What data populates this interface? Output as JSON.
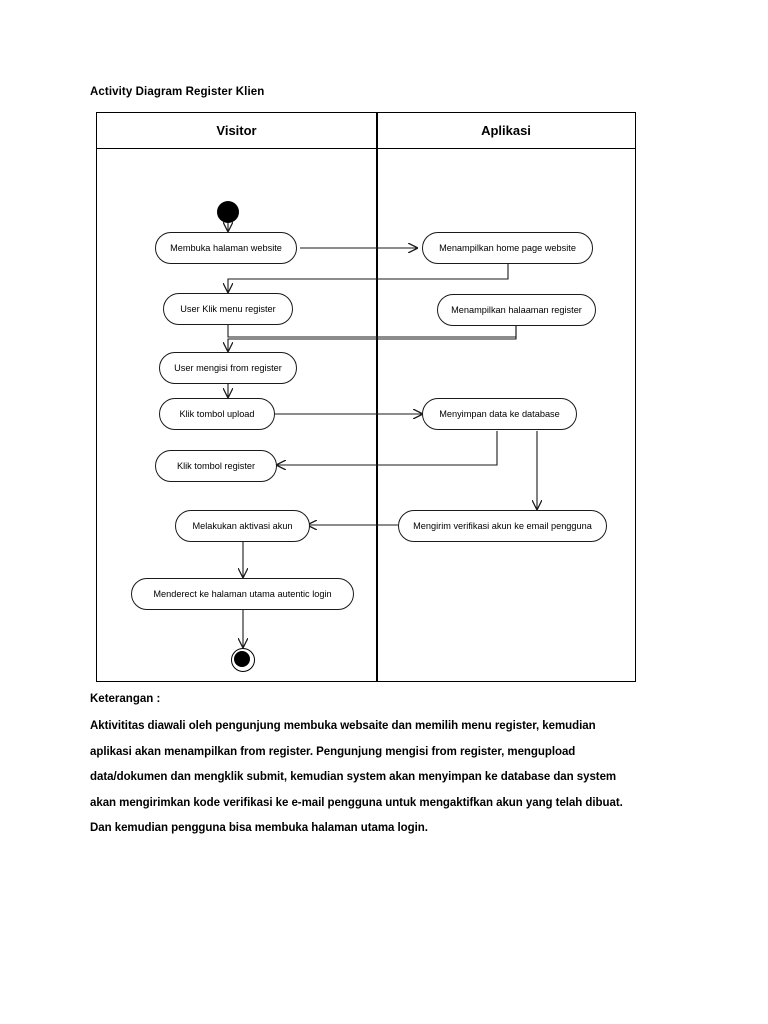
{
  "document": {
    "title": "Activity Diagram Register Klien"
  },
  "diagram": {
    "type": "uml-activity-diagram",
    "lanes": [
      {
        "id": "visitor",
        "label": "Visitor"
      },
      {
        "id": "aplikasi",
        "label": "Aplikasi"
      }
    ],
    "nodes": [
      {
        "id": "start",
        "kind": "initial",
        "lane": "visitor",
        "label": ""
      },
      {
        "id": "buka-website",
        "kind": "action",
        "lane": "visitor",
        "label": "Membuka halaman website"
      },
      {
        "id": "home-page",
        "kind": "action",
        "lane": "aplikasi",
        "label": "Menampilkan home page website"
      },
      {
        "id": "klik-register",
        "kind": "action",
        "lane": "visitor",
        "label": "User Klik menu register"
      },
      {
        "id": "halaman-register",
        "kind": "action",
        "lane": "aplikasi",
        "label": "Menampilkan halaaman register"
      },
      {
        "id": "isi-form",
        "kind": "action",
        "lane": "visitor",
        "label": "User mengisi from register"
      },
      {
        "id": "klik-upload",
        "kind": "action",
        "lane": "visitor",
        "label": "Klik tombol upload"
      },
      {
        "id": "simpan-database",
        "kind": "action",
        "lane": "aplikasi",
        "label": "Menyimpan data ke database"
      },
      {
        "id": "klik-tombol-reg",
        "kind": "action",
        "lane": "visitor",
        "label": "Klik tombol register"
      },
      {
        "id": "kirim-verifikasi",
        "kind": "action",
        "lane": "aplikasi",
        "label": "Mengirim verifikasi akun ke email pengguna"
      },
      {
        "id": "aktivasi-akun",
        "kind": "action",
        "lane": "visitor",
        "label": "Melakukan aktivasi akun"
      },
      {
        "id": "redirect-login",
        "kind": "action",
        "lane": "visitor",
        "label": "Menderect ke halaman utama autentic login"
      },
      {
        "id": "end",
        "kind": "final",
        "lane": "visitor",
        "label": ""
      }
    ],
    "edges": [
      {
        "from": "start",
        "to": "buka-website"
      },
      {
        "from": "buka-website",
        "to": "home-page"
      },
      {
        "from": "home-page",
        "to": "klik-register"
      },
      {
        "from": "klik-register",
        "to": "halaman-register"
      },
      {
        "from": "halaman-register",
        "to": "isi-form"
      },
      {
        "from": "isi-form",
        "to": "klik-upload"
      },
      {
        "from": "klik-upload",
        "to": "simpan-database"
      },
      {
        "from": "simpan-database",
        "to": "klik-tombol-reg"
      },
      {
        "from": "simpan-database",
        "to": "kirim-verifikasi"
      },
      {
        "from": "kirim-verifikasi",
        "to": "aktivasi-akun"
      },
      {
        "from": "aktivasi-akun",
        "to": "redirect-login"
      },
      {
        "from": "redirect-login",
        "to": "end"
      }
    ]
  },
  "keterangan": {
    "title": "Keterangan :",
    "lines": [
      "Aktivititas diawali oleh pengunjung membuka websaite dan memilih menu register, kemudian",
      "aplikasi akan menampilkan from register. Pengunjung mengisi from register, mengupload",
      "data/dokumen dan mengklik submit, kemudian system akan menyimpan ke database dan system",
      "akan mengirimkan kode verifikasi ke e-mail pengguna untuk mengaktifkan akun yang telah dibuat.",
      "Dan kemudian pengguna bisa membuka halaman utama login."
    ]
  },
  "colors": {
    "line": "#1a1a1a",
    "frame": "#000000",
    "background": "#ffffff"
  }
}
